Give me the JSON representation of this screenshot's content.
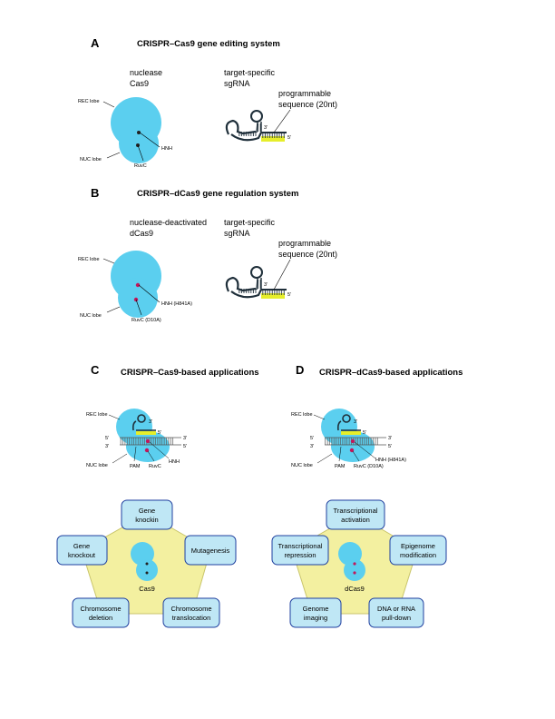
{
  "panel_a": {
    "letter": "A",
    "title": "CRISPR–Cas9 gene editing system",
    "protein_line1": "nuclease",
    "protein_line2": "Cas9",
    "guide_line1": "target-specific",
    "guide_line2": "sgRNA",
    "prog_line1": "programmable",
    "prog_line2": "sequence (20nt)",
    "rec": "REC lobe",
    "nuc": "NUC lobe",
    "hnh": "HNH",
    "ruvc": "RuvC",
    "three_prime": "3'",
    "five_prime": "5'"
  },
  "panel_b": {
    "letter": "B",
    "title": "CRISPR–dCas9 gene regulation system",
    "protein_line1": "nuclease-deactivated",
    "protein_line2": "dCas9",
    "guide_line1": "target-specific",
    "guide_line2": "sgRNA",
    "prog_line1": "programmable",
    "prog_line2": "sequence (20nt)",
    "rec": "REC lobe",
    "nuc": "NUC lobe",
    "hnh": "HNH (H841A)",
    "ruvc": "RuvC (D10A)",
    "three_prime": "3'",
    "five_prime": "5'"
  },
  "panel_c": {
    "letter": "C",
    "title": "CRISPR–Cas9-based applications",
    "rec": "REC lobe",
    "nuc": "NUC lobe",
    "pam": "PAM",
    "ruvc": "RuvC",
    "hnh": "HNH",
    "three_prime": "3'",
    "five_prime": "5'",
    "center": "Cas9",
    "apps": [
      {
        "line1": "Gene",
        "line2": "knockin"
      },
      {
        "line1": "Gene",
        "line2": "knockout"
      },
      {
        "line1": "Mutagenesis",
        "line2": ""
      },
      {
        "line1": "Chromosome",
        "line2": "deletion"
      },
      {
        "line1": "Chromosome",
        "line2": "translocation"
      }
    ]
  },
  "panel_d": {
    "letter": "D",
    "title": "CRISPR–dCas9-based applications",
    "rec": "REC lobe",
    "nuc": "NUC lobe",
    "pam": "PAM",
    "ruvc": "RuvC (D10A)",
    "hnh": "HNH (H841A)",
    "three_prime": "3'",
    "five_prime": "5'",
    "center": "dCas9",
    "apps": [
      {
        "line1": "Transcriptional",
        "line2": "activation"
      },
      {
        "line1": "Transcriptional",
        "line2": "repression"
      },
      {
        "line1": "Epigenome",
        "line2": "modification"
      },
      {
        "line1": "Genome",
        "line2": "imaging"
      },
      {
        "line1": "DNA or RNA",
        "line2": "pull-down"
      }
    ]
  },
  "colors": {
    "protein": "#5bcfef",
    "protein_outline": "#3aa9d0",
    "sgrna": "#1f2f3a",
    "spacer": "#e6ee2a",
    "active_site": "#222222",
    "dead_site": "#c2185b",
    "hexagon": "#f3f0a0",
    "hexagon_stroke": "#c9c56b",
    "app_box": "#bfe7f5",
    "app_box_stroke": "#1f3f9f"
  }
}
